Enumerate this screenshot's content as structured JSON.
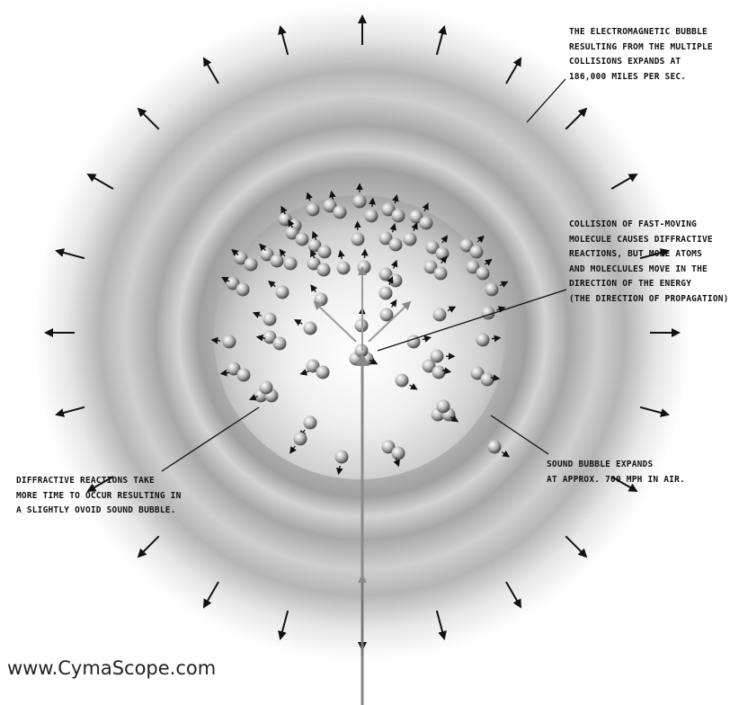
{
  "annotations": {
    "em_bubble": [
      "THE ELECTROMAGNETIC BUBBLE",
      "RESULTING FROM THE MULTIPLE",
      "COLLISIONS EXPANDS AT",
      "186,000 MILES PER SEC."
    ],
    "collision": [
      "COLLISION OF FAST-MOVING",
      "MOLECULE CAUSES DIFFRACTIVE",
      "REACTIONS, BUT MORE ATOMS",
      "AND MOLECLULES MOVE IN THE",
      "DIRECTION OF THE ENERGY",
      "(THE DIRECTION OF PROPAGATION)."
    ],
    "diffractive": [
      "DIFFRACTIVE REACTIONS TAKE",
      "MORE TIME TO OCCUR RESULTING IN",
      "A SLIGHTLY OVOID SOUND BUBBLE."
    ],
    "sound_bubble": [
      "SOUND BUBBLE EXPANDS",
      "AT APPROX. 700 MPH IN AIR."
    ]
  },
  "footer": {
    "url": "www.CymaScope.com"
  }
}
